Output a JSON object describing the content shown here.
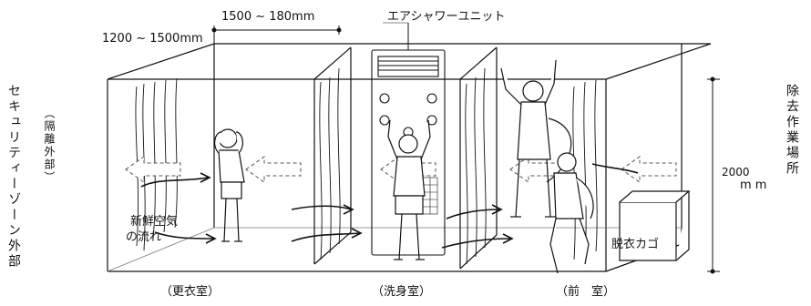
{
  "labels": {
    "dim_width": "1500 ~ 180mm",
    "dim_depth": "1200 ~ 1500mm",
    "air_shower_unit": "エアシャワーユニット",
    "height_value": "2000",
    "height_unit": "m m",
    "security_zone": "セキュリティーゾーン外部",
    "isolated_outside": "（隔離外部）",
    "removal_area": "除去作業場所",
    "fresh_air_line1": "新鮮空気",
    "fresh_air_line2": "の流れ",
    "basket": "脱衣カゴ",
    "room_changing": "（更衣室）",
    "room_washing": "（洗身室）",
    "room_front": "（前　室）"
  }
}
